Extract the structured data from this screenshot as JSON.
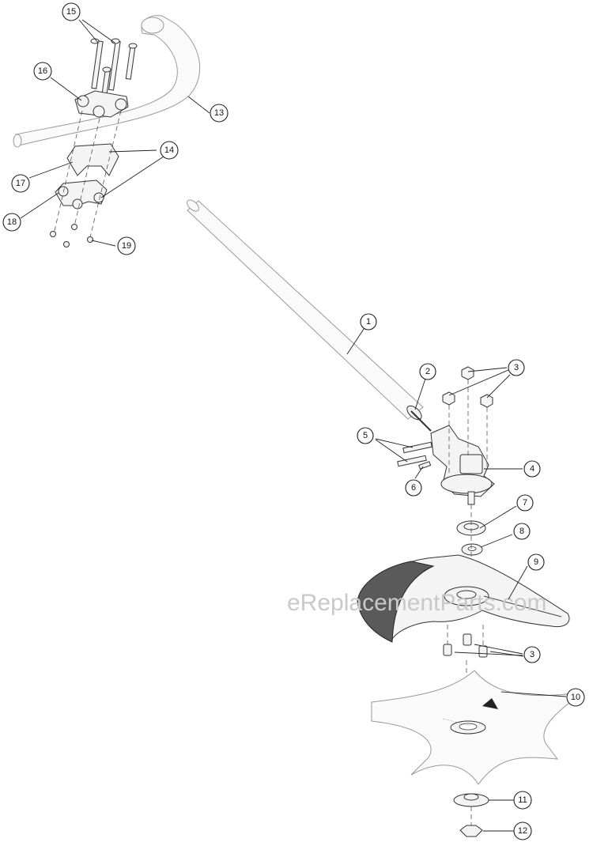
{
  "watermark": "eReplacementParts.com",
  "callouts": [
    {
      "id": "c1",
      "label": "1"
    },
    {
      "id": "c2",
      "label": "2"
    },
    {
      "id": "c3a",
      "label": "3"
    },
    {
      "id": "c3b",
      "label": "3"
    },
    {
      "id": "c4",
      "label": "4"
    },
    {
      "id": "c5",
      "label": "5"
    },
    {
      "id": "c6",
      "label": "6"
    },
    {
      "id": "c7",
      "label": "7"
    },
    {
      "id": "c8",
      "label": "8"
    },
    {
      "id": "c9",
      "label": "9"
    },
    {
      "id": "c10",
      "label": "10"
    },
    {
      "id": "c11",
      "label": "11"
    },
    {
      "id": "c12",
      "label": "12"
    },
    {
      "id": "c13",
      "label": "13"
    },
    {
      "id": "c14",
      "label": "14"
    },
    {
      "id": "c15",
      "label": "15"
    },
    {
      "id": "c16",
      "label": "16"
    },
    {
      "id": "c17",
      "label": "17"
    },
    {
      "id": "c18",
      "label": "18"
    },
    {
      "id": "c19",
      "label": "19"
    }
  ]
}
